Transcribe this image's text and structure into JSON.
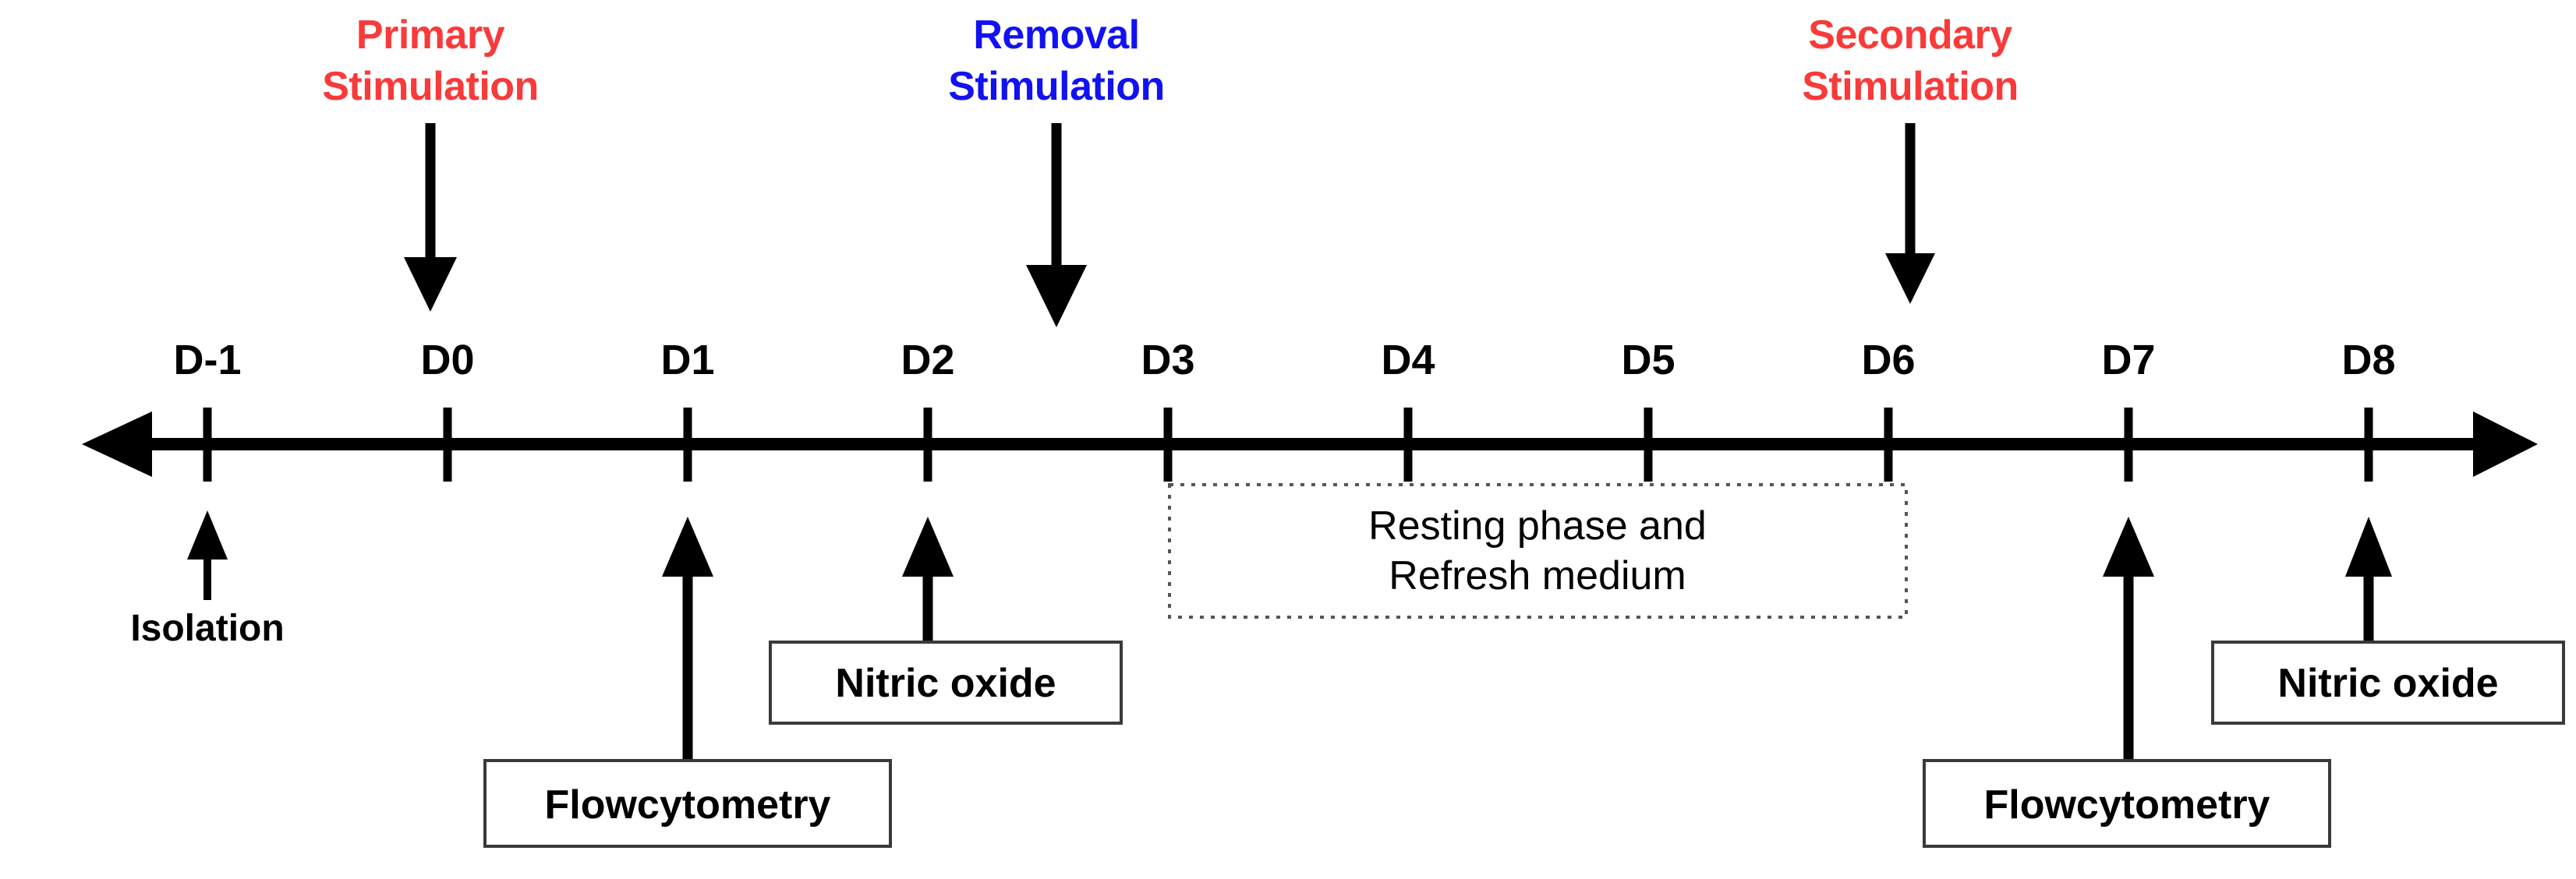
{
  "figure": {
    "kind": "experimental-timeline",
    "background_color": "#ffffff",
    "colors": {
      "stimulation_red": "#f93a3a",
      "removal_blue": "#1212f0",
      "line_black": "#000000",
      "box_border_gray": "#3a3a3a",
      "dotted_border_gray": "#555555"
    }
  },
  "axis": {
    "arrow_left_icon": "arrow-left-head",
    "arrow_right_icon": "arrow-right-head",
    "day_labels": [
      "D-1",
      "D0",
      "D1",
      "D2",
      "D3",
      "D4",
      "D5",
      "D6",
      "D7",
      "D8"
    ]
  },
  "top_annotations": [
    {
      "id": "primary-stimulation",
      "line1": "Primary",
      "line2": "Stimulation",
      "color": "#f93a3a",
      "target_day": "D0",
      "arrow_icon": "arrow-down-icon"
    },
    {
      "id": "removal-stimulation",
      "line1": "Removal",
      "line2": "Stimulation",
      "color": "#1212f0",
      "target_day": "D2",
      "arrow_icon": "arrow-down-icon"
    },
    {
      "id": "secondary-stimulation",
      "line1": "Secondary",
      "line2": "Stimulation",
      "color": "#f93a3a",
      "target_day": "D6",
      "arrow_icon": "arrow-down-icon"
    }
  ],
  "bottom_annotations": [
    {
      "id": "isolation",
      "label": "Isolation",
      "boxed": false,
      "target_day": "D-1",
      "arrow_icon": "arrow-up-icon"
    },
    {
      "id": "flowcytometry-d1",
      "label": "Flowcytometry",
      "boxed": true,
      "target_day": "D1",
      "arrow_icon": "arrow-up-icon"
    },
    {
      "id": "nitric-oxide-d2",
      "label": "Nitric oxide",
      "boxed": true,
      "target_day": "D2",
      "arrow_icon": "arrow-up-icon"
    },
    {
      "id": "flowcytometry-d7",
      "label": "Flowcytometry",
      "boxed": true,
      "target_day": "D7",
      "arrow_icon": "arrow-up-icon"
    },
    {
      "id": "nitric-oxide-d8",
      "label": "Nitric oxide",
      "boxed": true,
      "target_day": "D8",
      "arrow_icon": "arrow-up-icon"
    }
  ],
  "resting_phase": {
    "id": "resting-phase",
    "line1": "Resting phase and",
    "line2": "Refresh medium",
    "start_day": "D3",
    "end_day": "D6",
    "border_style": "dotted"
  }
}
